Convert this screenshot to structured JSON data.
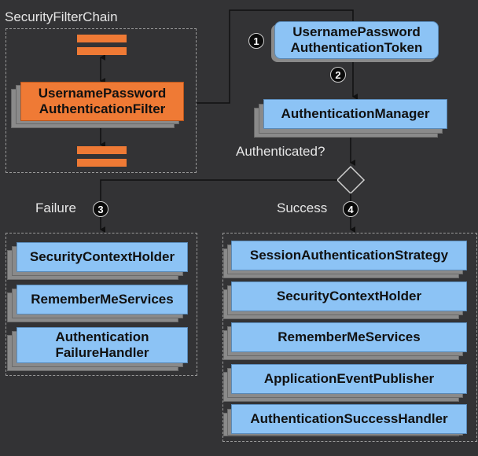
{
  "chain_label": "SecurityFilterChain",
  "filter": "UsernamePassword\nAuthenticationFilter",
  "token": "UsernamePassword\nAuthenticationToken",
  "manager": "AuthenticationManager",
  "question": "Authenticated?",
  "failure": {
    "label": "Failure",
    "step": "3",
    "items": [
      "SecurityContextHolder",
      "RememberMeServices",
      "Authentication\nFailureHandler"
    ]
  },
  "success": {
    "label": "Success",
    "step": "4",
    "items": [
      "SessionAuthenticationStrategy",
      "SecurityContextHolder",
      "RememberMeServices",
      "ApplicationEventPublisher",
      "AuthenticationSuccessHandler"
    ]
  },
  "steps": {
    "token": "1",
    "manager": "2"
  },
  "colors": {
    "background": "#333335",
    "blue_box": "#8cc3f5",
    "orange_box": "#ef7a35"
  }
}
